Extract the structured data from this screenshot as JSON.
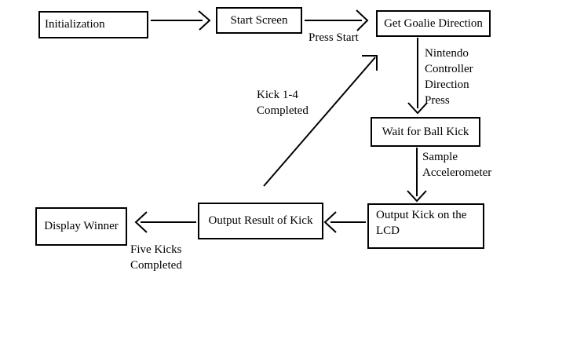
{
  "diagram": {
    "nodes": {
      "initialization": {
        "label": "Initialization"
      },
      "start_screen": {
        "label": "Start Screen"
      },
      "get_goalie_direction": {
        "label": "Get Goalie Direction"
      },
      "wait_for_ball_kick": {
        "label": "Wait for Ball Kick"
      },
      "output_kick_lcd": {
        "label": "Output Kick on the LCD"
      },
      "output_result_of_kick": {
        "label": "Output Result of Kick"
      },
      "display_winner": {
        "label": "Display Winner"
      }
    },
    "edge_labels": {
      "press_start": "Press Start",
      "nintendo_controller": "Nintendo Controller Direction Press",
      "sample_accelerometer": "Sample Accelerometer",
      "kick_1_4_completed": "Kick 1-4 Completed",
      "five_kicks_completed": "Five Kicks Completed"
    },
    "colors": {
      "line": "#000000",
      "background": "#ffffff",
      "box_fill": "#ffffff"
    }
  }
}
